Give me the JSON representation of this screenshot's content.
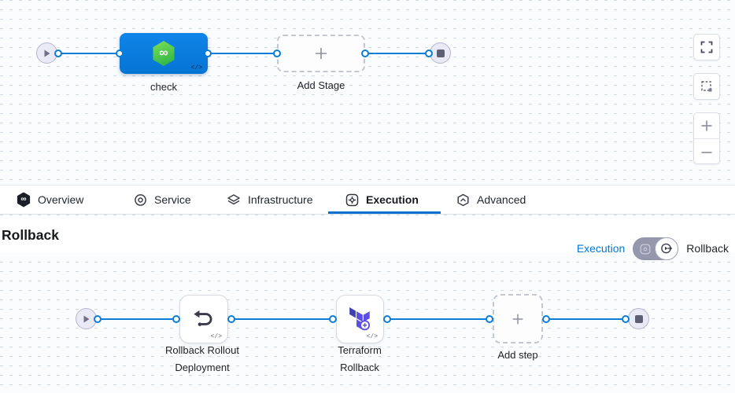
{
  "top_pipeline": {
    "stage_label": "check",
    "add_stage_label": "Add Stage",
    "code_glyph": "</>",
    "logo_glyph": "∞"
  },
  "tabs": {
    "items": [
      {
        "label": "Overview"
      },
      {
        "label": "Service"
      },
      {
        "label": "Infrastructure"
      },
      {
        "label": "Execution"
      },
      {
        "label": "Advanced"
      }
    ],
    "active_tab": "Execution"
  },
  "section": {
    "title": "Rollback"
  },
  "view_toggle": {
    "left_label": "Execution",
    "right_label": "Rollback",
    "selected": "Rollback"
  },
  "bottom_pipeline": {
    "steps": [
      {
        "line1": "Rollback Rollout",
        "line2": "Deployment"
      },
      {
        "line1": "Terraform",
        "line2": "Rollback"
      }
    ],
    "add_step_label": "Add step",
    "code_glyph": "</>"
  },
  "colors": {
    "primary_blue": "#0278d5",
    "stage_blue": "#0a7de0",
    "harness_green": "#42c93f",
    "terraform_purple": "#5c4ee5"
  }
}
